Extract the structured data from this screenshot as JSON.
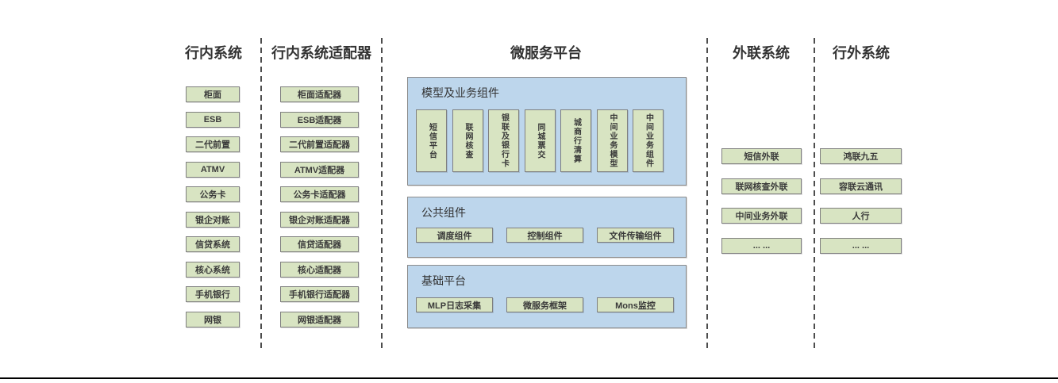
{
  "columns": {
    "internal": {
      "title": "行内系统",
      "items": [
        "柜面",
        "ESB",
        "二代前置",
        "ATMV",
        "公务卡",
        "银企对账",
        "信贷系统",
        "核心系统",
        "手机银行",
        "网银"
      ]
    },
    "adapters": {
      "title": "行内系统适配器",
      "items": [
        "柜面适配器",
        "ESB适配器",
        "二代前置适配器",
        "ATMV适配器",
        "公务卡适配器",
        "银企对账适配器",
        "信贷适配器",
        "核心适配器",
        "手机银行适配器",
        "网银适配器"
      ]
    },
    "microservice": {
      "title": "微服务平台",
      "sections": [
        {
          "title": "模型及业务组件",
          "items": [
            "短信平台",
            "联网核查",
            "银联及银行卡",
            "同城票交",
            "城商行清算",
            "中间业务模型",
            "中间业务组件"
          ]
        },
        {
          "title": "公共组件",
          "items": [
            "调度组件",
            "控制组件",
            "文件传输组件"
          ]
        },
        {
          "title": "基础平台",
          "items": [
            "MLP日志采集",
            "微服务框架",
            "Mons监控"
          ]
        }
      ]
    },
    "outreach": {
      "title": "外联系统",
      "items": [
        "短信外联",
        "联网核查外联",
        "中间业务外联",
        "... ..."
      ]
    },
    "external": {
      "title": "行外系统",
      "items": [
        "鸿联九五",
        "容联云通讯",
        "人行",
        "... ..."
      ]
    }
  },
  "colors": {
    "box_fill": "#d8e4c2",
    "box_border": "#7f7f7f",
    "panel_fill": "#bdd6ec",
    "panel_border": "#8c8c8c",
    "divider": "#4d4d4d",
    "text": "#3a3a3a",
    "text_strong": "#333333",
    "rule": "#000000"
  }
}
